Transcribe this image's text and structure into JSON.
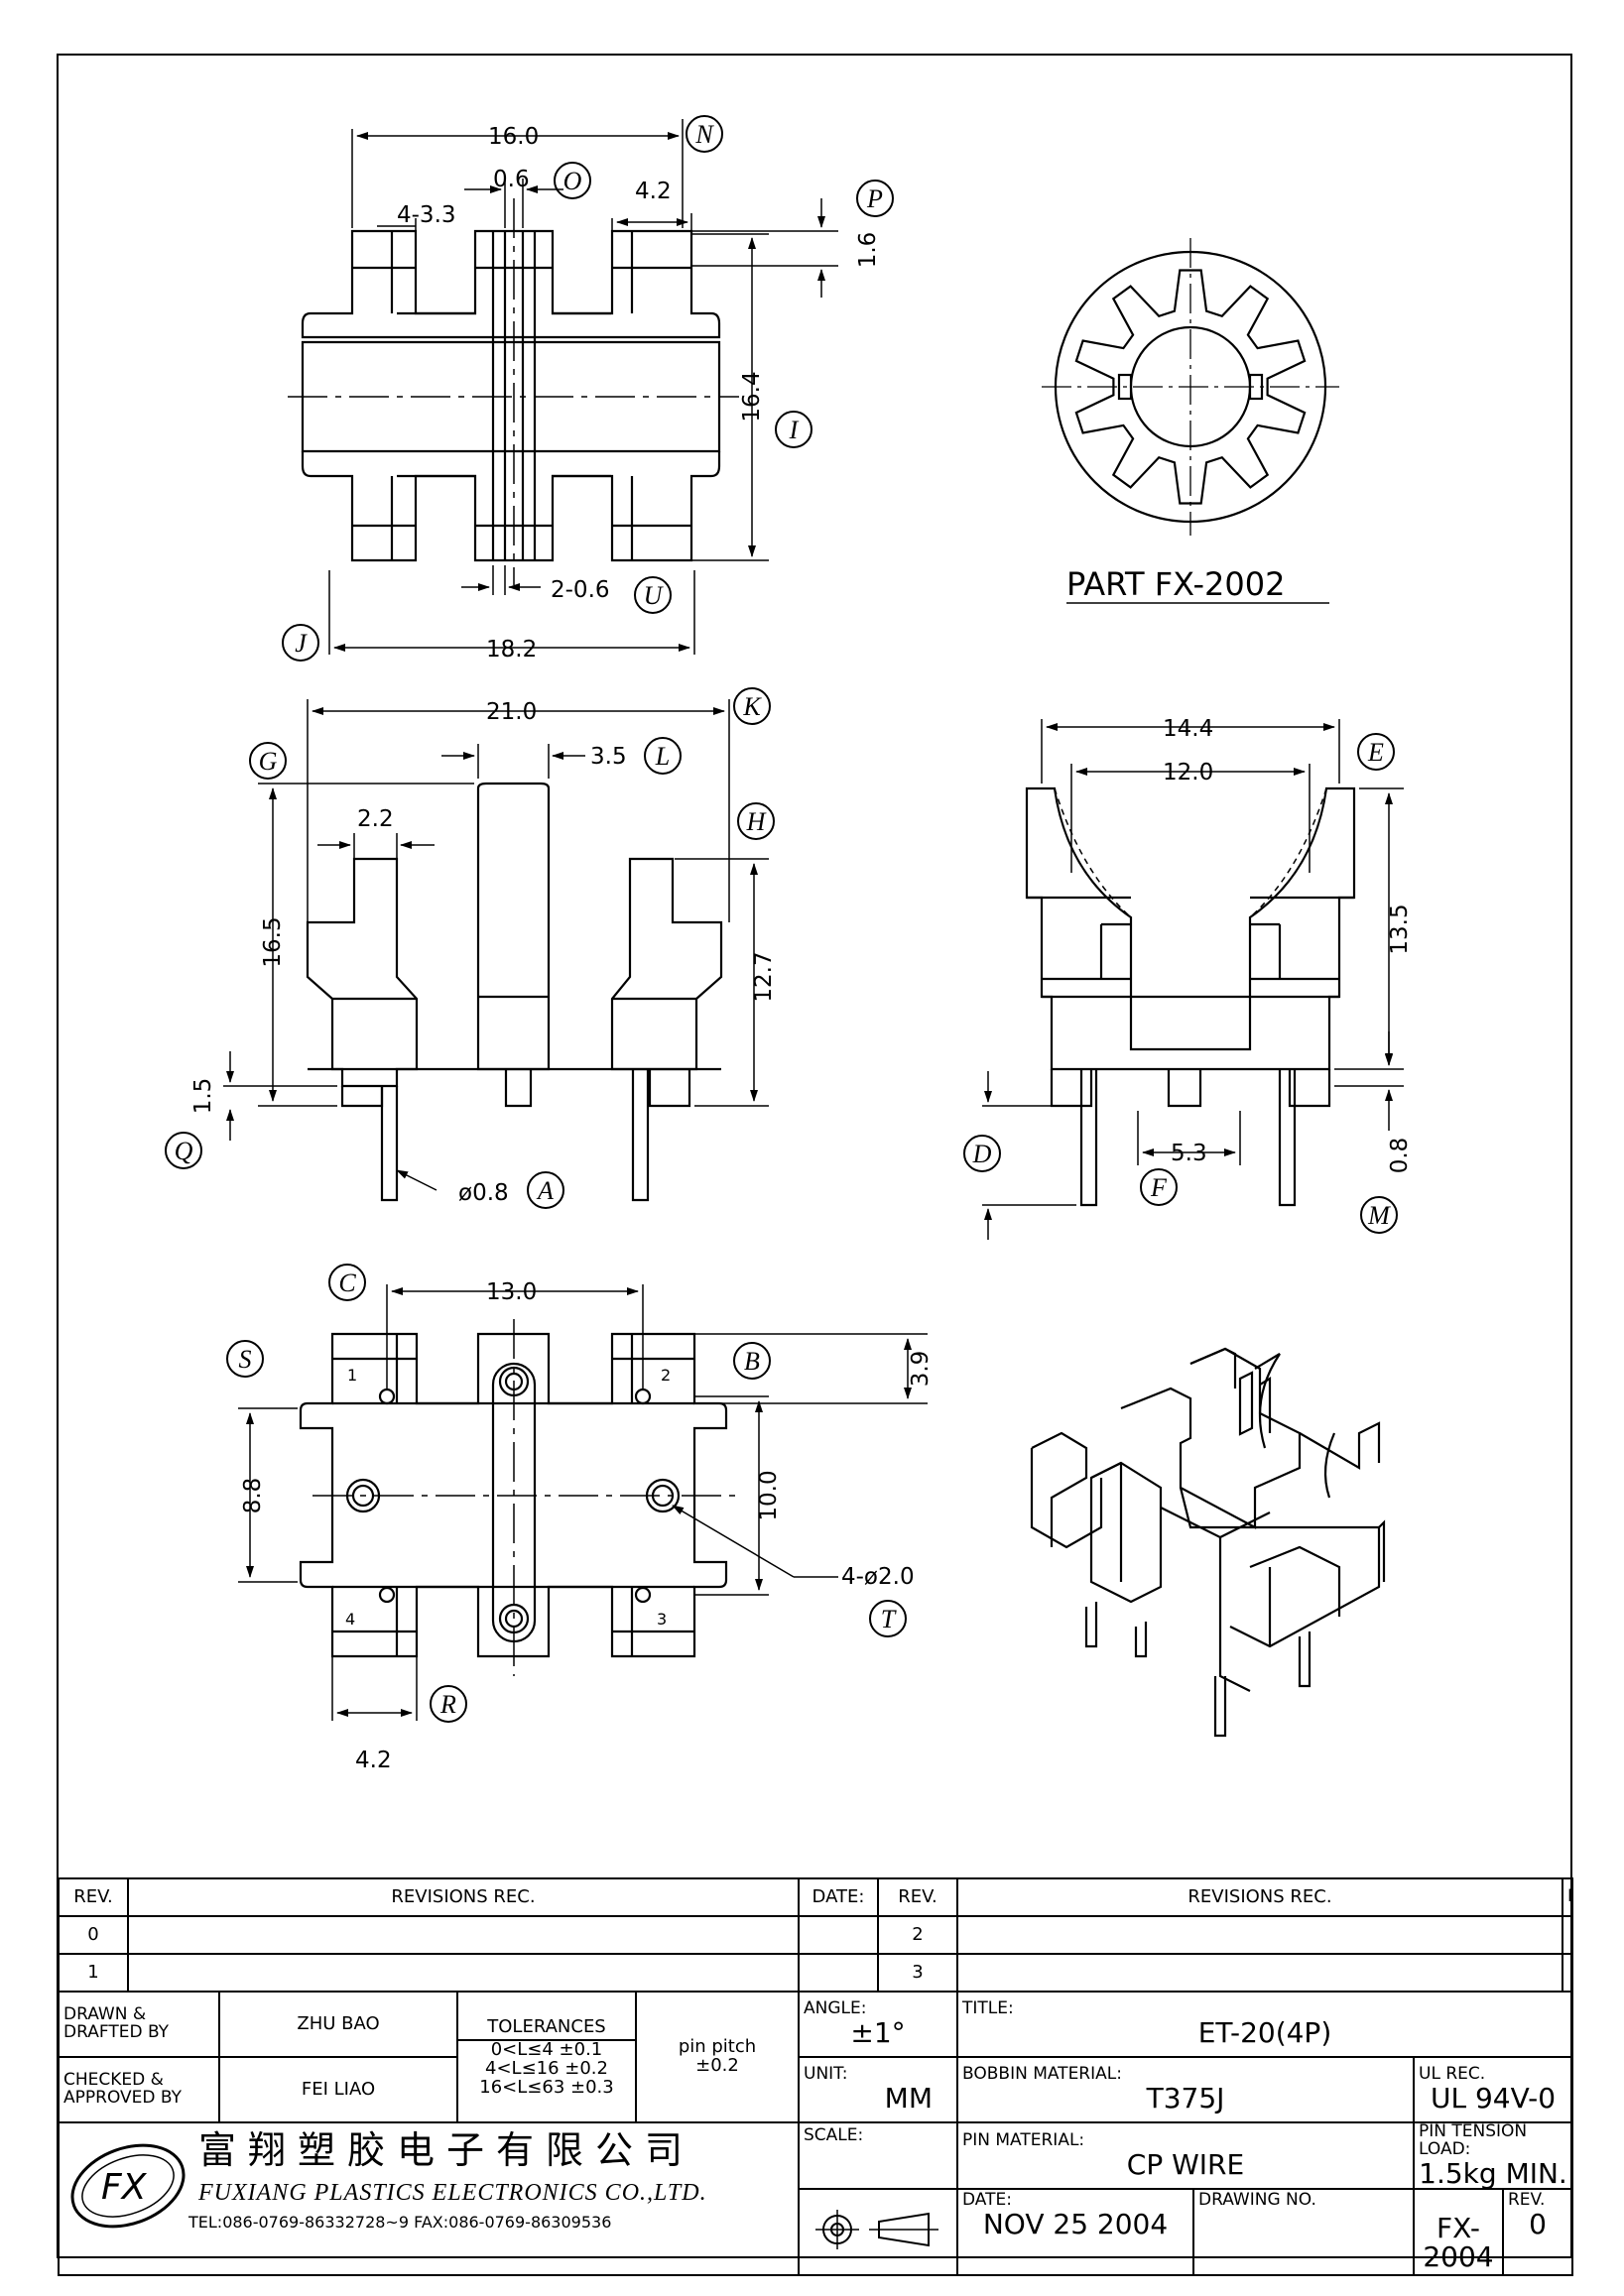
{
  "dims": {
    "d16_0": "16.0",
    "d0_6": "0.6",
    "d4_3_3": "4-3.3",
    "d4_2a": "4.2",
    "d1_6": "1.6",
    "d16_4": "16.4",
    "d2_0_6": "2-0.6",
    "d18_2": "18.2",
    "d21_0": "21.0",
    "d3_5": "3.5",
    "d2_2": "2.2",
    "d16_5": "16.5",
    "d12_7": "12.7",
    "d1_5": "1.5",
    "d_phi08": "ø0.8",
    "d14_4": "14.4",
    "d12_0": "12.0",
    "d13_5": "13.5",
    "d5_3": "5.3",
    "d0_8": "0.8",
    "d13_0": "13.0",
    "d3_9": "3.9",
    "d8_8": "8.8",
    "d10_0": "10.0",
    "d4_phi2": "4-ø2.0",
    "d4_2b": "4.2"
  },
  "tags": [
    "N",
    "O",
    "P",
    "I",
    "U",
    "J",
    "K",
    "L",
    "G",
    "H",
    "Q",
    "A",
    "E",
    "D",
    "F",
    "M",
    "C",
    "S",
    "B",
    "T",
    "R"
  ],
  "pins": [
    "1",
    "2",
    "3",
    "4"
  ],
  "part_label": "PART FX-2002",
  "title_block": {
    "rev_header": "REV.",
    "revisions_rec": "REVISIONS REC.",
    "date_header": "DATE:",
    "rev_rows": [
      "0",
      "1"
    ],
    "rev_rows_right": [
      "2",
      "3"
    ],
    "drawn_label": "DRAWN & DRAFTED BY",
    "drawn_by": "ZHU BAO",
    "checked_label": "CHECKED & APPROVED BY",
    "checked_by": "FEI LIAO",
    "tolerances_label": "TOLERANCES",
    "tol_1": "0<L≤4 ±0.1",
    "tol_2": "4<L≤16 ±0.2",
    "tol_3": "16<L≤63 ±0.3",
    "pin_pitch_label": "pin pitch",
    "pin_pitch_tol": "±0.2",
    "angle_label": "ANGLE:",
    "angle_val": "±1°",
    "unit_label": "UNIT:",
    "unit_val": "MM",
    "scale_label": "SCALE:",
    "title_label": "TITLE:",
    "title_val": "ET-20(4P)",
    "bobbin_label": "BOBBIN MATERIAL:",
    "bobbin_val": "T375J",
    "ul_label": "UL REC.",
    "ul_val": "UL 94V-0",
    "pin_mat_label": "PIN MATERIAL:",
    "pin_mat_val": "CP WIRE",
    "tension_label": "PIN TENSION LOAD:",
    "tension_val": "1.5kg MIN.",
    "date_label": "DATE:",
    "date_val": "NOV 25 2004",
    "drawing_no_label": "DRAWING NO.",
    "drawing_no_val": "FX-2004",
    "rev_label": "REV.",
    "rev_val": "0",
    "company_cn": "富翔塑胶电子有限公司",
    "company_en": "FUXIANG PLASTICS ELECTRONICS CO.,LTD.",
    "contact": "TEL:086-0769-86332728~9 FAX:086-0769-86309536",
    "logo_text": "FX"
  }
}
